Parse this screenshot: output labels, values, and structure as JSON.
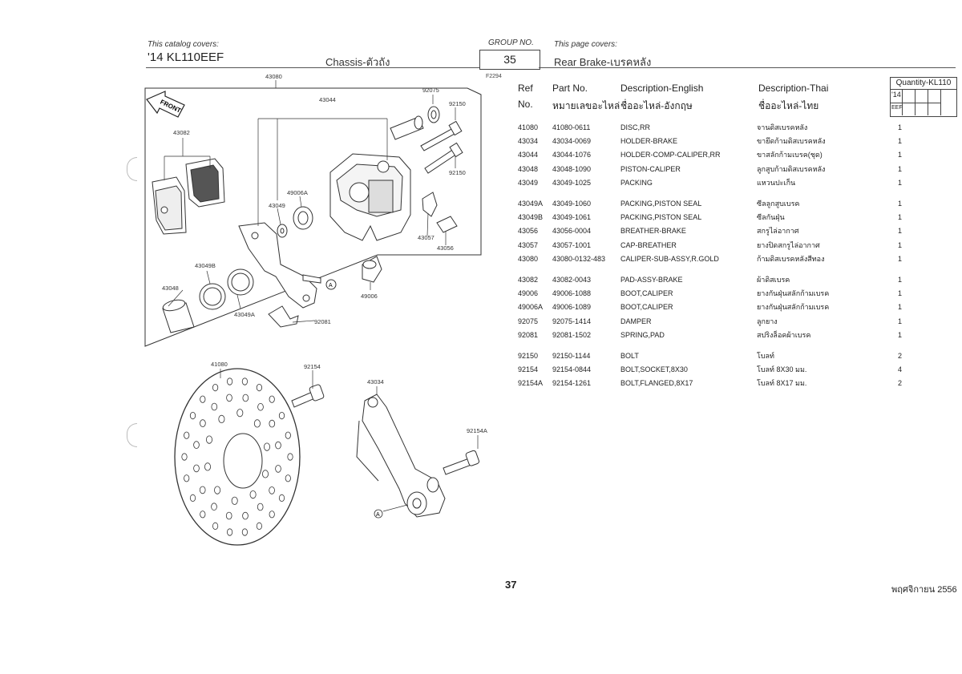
{
  "header": {
    "catalog_label": "This catalog covers:",
    "model": "'14 KL110EEF",
    "section": "Chassis-ตัวถัง",
    "group_label": "GROUP NO.",
    "group_no": "35",
    "page_label": "This page covers:",
    "page_title": "Rear Brake-เบรคหลัง",
    "figure_id": "F2294"
  },
  "columns": {
    "ref_en": "Ref",
    "ref_th": "No.",
    "part_en": "Part No.",
    "part_th": "หมายเลขอะไหล่",
    "desc_en_en": "Description-English",
    "desc_en_th": "ชื่ออะไหล่-อังกฤษ",
    "desc_th_en": "Description-Thai",
    "desc_th_th": "ชื่ออะไหล่-ไทย",
    "qty_title": "Quantity-KL110",
    "qty_year": "'14",
    "qty_variant": "EEF"
  },
  "parts": [
    [
      {
        "ref": "41080",
        "part": "41080-0611",
        "en": "DISC,RR",
        "th": "จานดิสเบรคหลัง",
        "qty": "1"
      },
      {
        "ref": "43034",
        "part": "43034-0069",
        "en": "HOLDER-BRAKE",
        "th": "ขายึดก้ามดิสเบรคหลัง",
        "qty": "1"
      },
      {
        "ref": "43044",
        "part": "43044-1076",
        "en": "HOLDER-COMP-CALIPER,RR",
        "th": "ขาสลักก้ามเบรค(ชุด)",
        "qty": "1"
      },
      {
        "ref": "43048",
        "part": "43048-1090",
        "en": "PISTON-CALIPER",
        "th": "ลูกสูบก้ามดิสเบรคหลัง",
        "qty": "1"
      },
      {
        "ref": "43049",
        "part": "43049-1025",
        "en": "PACKING",
        "th": "แหวนปะเก็น",
        "qty": "1"
      }
    ],
    [
      {
        "ref": "43049A",
        "part": "43049-1060",
        "en": "PACKING,PISTON SEAL",
        "th": "ซีลลูกสูบเบรค",
        "qty": "1"
      },
      {
        "ref": "43049B",
        "part": "43049-1061",
        "en": "PACKING,PISTON SEAL",
        "th": "ซีลกันฝุ่น",
        "qty": "1"
      },
      {
        "ref": "43056",
        "part": "43056-0004",
        "en": "BREATHER-BRAKE",
        "th": "สกรูไล่อากาศ",
        "qty": "1"
      },
      {
        "ref": "43057",
        "part": "43057-1001",
        "en": "CAP-BREATHER",
        "th": "ยางปิดสกรูไล่อากาศ",
        "qty": "1"
      },
      {
        "ref": "43080",
        "part": "43080-0132-483",
        "en": "CALIPER-SUB-ASSY,R.GOLD",
        "th": "ก้ามดิสเบรคหลังสีทอง",
        "qty": "1"
      }
    ],
    [
      {
        "ref": "43082",
        "part": "43082-0043",
        "en": "PAD-ASSY-BRAKE",
        "th": "ผ้าดิสเบรค",
        "qty": "1"
      },
      {
        "ref": "49006",
        "part": "49006-1088",
        "en": "BOOT,CALIPER",
        "th": "ยางกันฝุ่นสลักก้ามเบรค",
        "qty": "1"
      },
      {
        "ref": "49006A",
        "part": "49006-1089",
        "en": "BOOT,CALIPER",
        "th": "ยางกันฝุ่นสลักก้ามเบรค",
        "qty": "1"
      },
      {
        "ref": "92075",
        "part": "92075-1414",
        "en": "DAMPER",
        "th": "ลูกยาง",
        "qty": "1"
      },
      {
        "ref": "92081",
        "part": "92081-1502",
        "en": "SPRING,PAD",
        "th": "สปริงล็อคผ้าเบรค",
        "qty": "1"
      }
    ],
    [
      {
        "ref": "92150",
        "part": "92150-1144",
        "en": "BOLT",
        "th": "โบลท์",
        "qty": "2"
      },
      {
        "ref": "92154",
        "part": "92154-0844",
        "en": "BOLT,SOCKET,8X30",
        "th": "โบลท์ 8X30 มม.",
        "qty": "4"
      },
      {
        "ref": "92154A",
        "part": "92154-1261",
        "en": "BOLT,FLANGED,8X17",
        "th": "โบลท์ 8X17 มม.",
        "qty": "2"
      }
    ]
  ],
  "diagram": {
    "front_label": "FRONT",
    "callouts": [
      "43080",
      "43044",
      "92075",
      "92150",
      "92150",
      "43082",
      "49006A",
      "43049",
      "43057",
      "43056",
      "43049B",
      "43048",
      "43049A",
      "49006",
      "92081",
      "41080",
      "92154",
      "43034",
      "92154A"
    ],
    "ref_marker": "A"
  },
  "footer": {
    "page_number": "37",
    "date": "พฤศจิกายน 2556"
  }
}
